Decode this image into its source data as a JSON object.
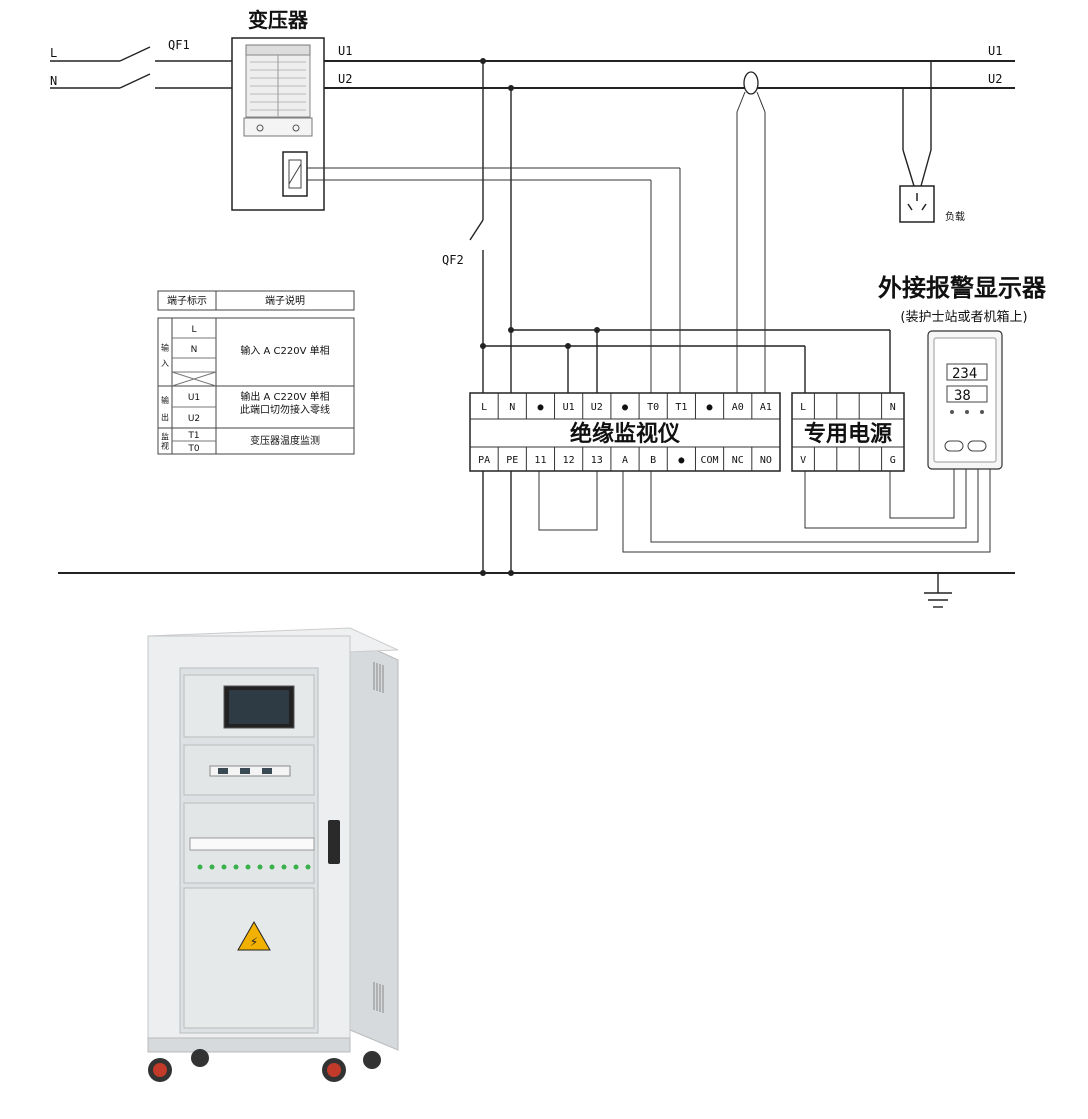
{
  "transformer": {
    "title": "变压器"
  },
  "mains": {
    "l": "L",
    "n": "N",
    "qf1": "QF1",
    "qf2": "QF2",
    "u1": "U1",
    "u2": "U2",
    "u1_right": "U1",
    "u2_right": "U2"
  },
  "load": {
    "label": "负载"
  },
  "alarm_display": {
    "title": "外接报警显示器",
    "subtitle": "(装护士站或者机箱上)",
    "reading1": "234",
    "reading2": "38"
  },
  "monitor": {
    "title": "绝缘监视仪",
    "top_terminals": [
      "L",
      "N",
      "●",
      "U1",
      "U2",
      "●",
      "T0",
      "T1",
      "●",
      "A0",
      "A1"
    ],
    "bottom_terminals": [
      "PA",
      "PE",
      "11",
      "12",
      "13",
      "A",
      "B",
      "●",
      "COM",
      "NC",
      "NO"
    ]
  },
  "power": {
    "title": "专用电源",
    "top_terminals": [
      "L",
      "",
      "",
      "",
      "N"
    ],
    "bottom_terminals": [
      "V",
      "",
      "",
      "",
      "G"
    ]
  },
  "terminal_table": {
    "header": [
      "端子标示",
      "端子说明"
    ],
    "groups": [
      {
        "group": "输入",
        "terminals": [
          "L",
          "N"
        ],
        "desc_lines": [
          "输入 A C220V 单相"
        ]
      },
      {
        "group": "输出",
        "terminals": [
          "U1",
          "U2"
        ],
        "desc_lines": [
          "输出 A C220V 单相",
          "此端口切勿接入零线"
        ]
      },
      {
        "group": "监视",
        "terminals": [
          "T1",
          "T0"
        ],
        "desc_lines": [
          "变压器温度监测"
        ]
      }
    ]
  },
  "colors": {
    "line": "#222222",
    "cabinet": "#e9ecee",
    "warning": "#f2b100"
  }
}
